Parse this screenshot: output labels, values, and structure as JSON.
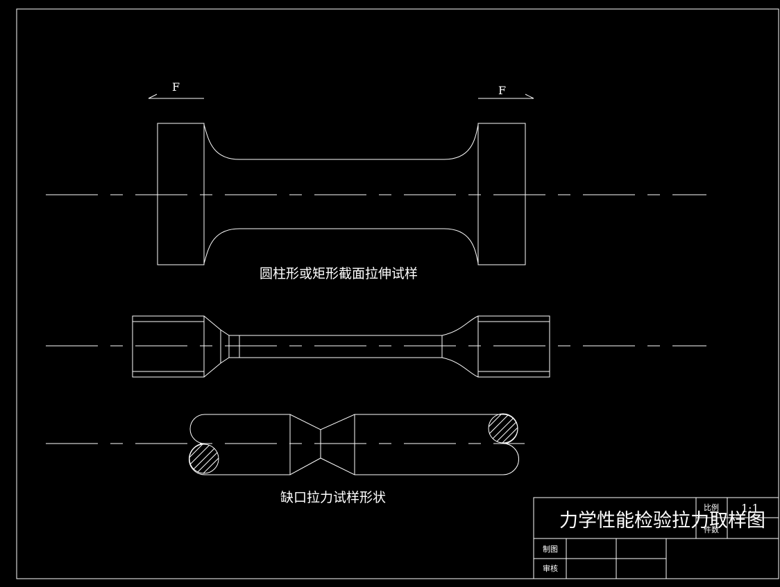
{
  "drawing": {
    "force_left": "F",
    "force_right": "F",
    "caption_specimen_1": "圆柱形或矩形截面拉伸试样",
    "caption_specimen_3": "缺口拉力试样形状"
  },
  "title_block": {
    "title": "力学性能检验拉力取样图",
    "scale_label": "比例",
    "scale_value": "1:1",
    "count_label": "件数",
    "drawn_by_label": "制图",
    "checked_by_label": "审核"
  },
  "colors": {
    "background": "#000000",
    "line": "#ffffff"
  }
}
